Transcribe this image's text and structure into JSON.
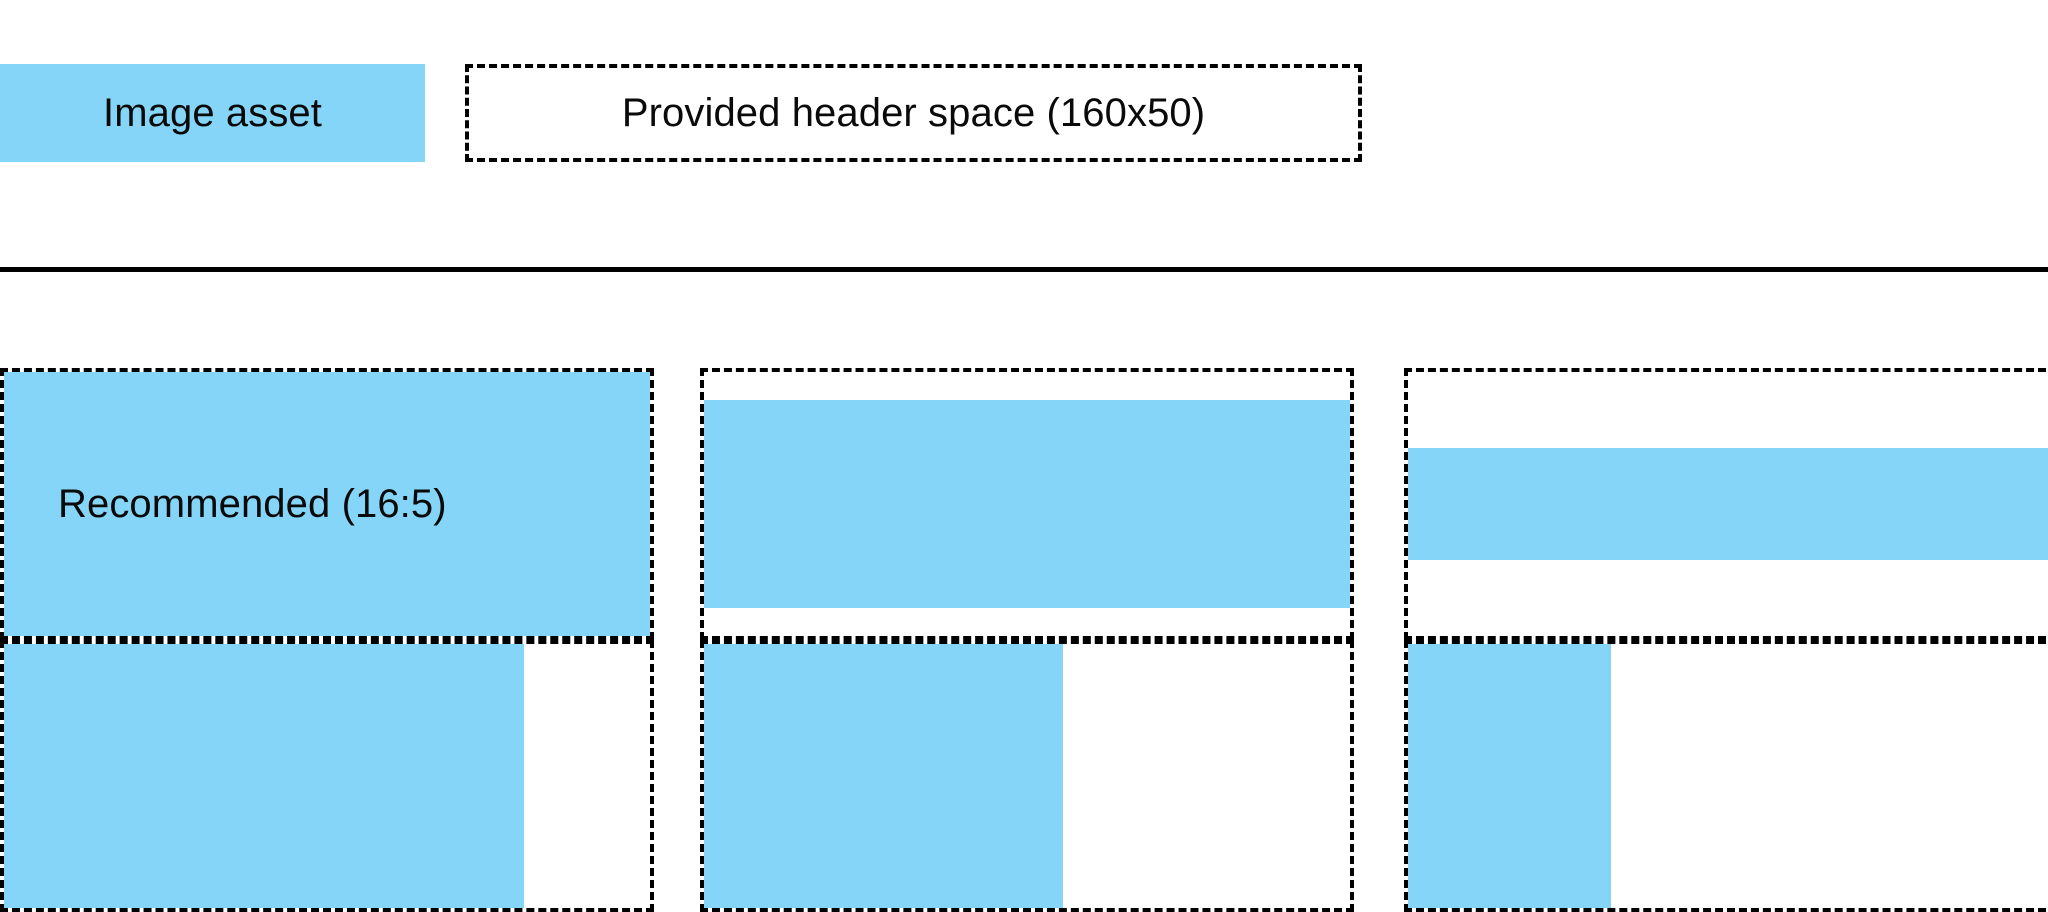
{
  "legend": {
    "image_asset_label": "Image asset",
    "header_space_label": "Provided header space (160x50)"
  },
  "colors": {
    "asset_fill": "#85d5f8",
    "outline": "#000000",
    "background": "#ffffff",
    "text": "#0a0a0a"
  },
  "grid": {
    "rows": [
      {
        "cells": [
          {
            "label": "Recommended (16:5)",
            "fill_description": "full-bleed 16:5 band"
          },
          {
            "label": "",
            "fill_description": "inset horizontal band"
          },
          {
            "label": "",
            "fill_description": "narrow horizontal band"
          }
        ]
      },
      {
        "cells": [
          {
            "label": "",
            "fill_description": "wide left slab"
          },
          {
            "label": "",
            "fill_description": "medium left slab"
          },
          {
            "label": "",
            "fill_description": "narrow left slab"
          }
        ]
      }
    ]
  }
}
